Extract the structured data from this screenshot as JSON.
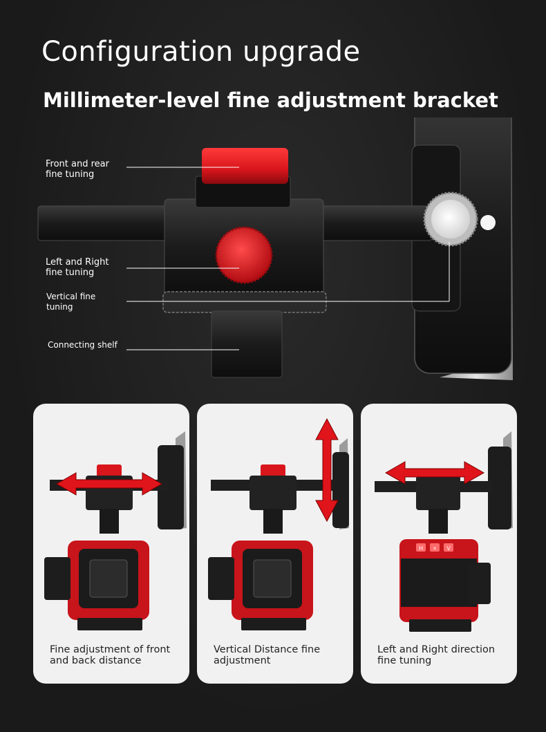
{
  "header": {
    "title": "Configuration upgrade",
    "subtitle": "Millimeter-level fine adjustment bracket"
  },
  "callouts": [
    {
      "lines": [
        "Front and rear",
        "fine tuning"
      ]
    },
    {
      "lines": [
        "Left and Right",
        "fine tuning"
      ]
    },
    {
      "lines": [
        "Vertical fine",
        "tuning"
      ]
    },
    {
      "lines": [
        "Connecting shelf"
      ]
    }
  ],
  "cards": [
    {
      "caption_lines": [
        "Fine adjustment of front",
        "and back distance"
      ],
      "arrow": "horizontal-double-arrow-icon"
    },
    {
      "caption_lines": [
        "Vertical Distance fine",
        "adjustment"
      ],
      "arrow": "vertical-double-arrow-icon"
    },
    {
      "caption_lines": [
        "Left and Right direction",
        "fine tuning"
      ],
      "arrow": "horizontal-double-arrow-icon"
    }
  ],
  "laser_buttons": [
    "H",
    "×",
    "V"
  ],
  "colors": {
    "accent_red": "#d8161c",
    "background": "#1c1c1c",
    "card_bg": "#f1f1f1"
  }
}
